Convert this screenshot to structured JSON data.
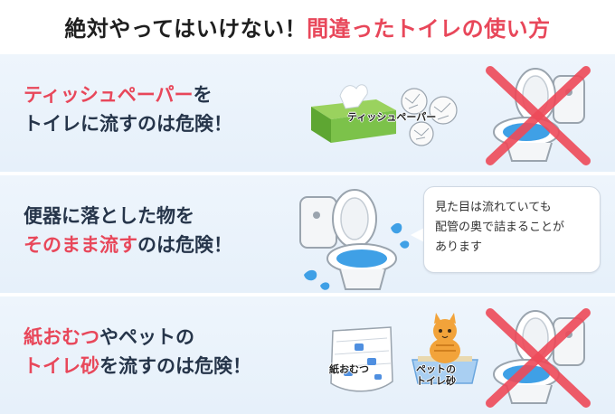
{
  "title": {
    "part1": "絶対やってはいけない！",
    "part2": "間違ったトイレの使い方"
  },
  "sections": [
    {
      "line1": [
        {
          "text": "ティッシュペーパー",
          "style": "red"
        },
        {
          "text": "を",
          "style": "dark"
        }
      ],
      "line2": [
        {
          "text": "トイレに流すのは危険！",
          "style": "dark"
        }
      ],
      "caption": "ティッシュペーパー"
    },
    {
      "line1": [
        {
          "text": "便器に落とした物を",
          "style": "dark"
        }
      ],
      "line2": [
        {
          "text": "そのまま流す",
          "style": "red"
        },
        {
          "text": "のは危険！",
          "style": "dark"
        }
      ],
      "bubble": [
        "見た目は流れていても",
        "配管の奥で詰まることが",
        "あります"
      ]
    },
    {
      "line1": [
        {
          "text": "紙おむつ",
          "style": "red"
        },
        {
          "text": "やペットの",
          "style": "dark"
        }
      ],
      "line2": [
        {
          "text": "トイレ砂",
          "style": "red"
        },
        {
          "text": "を流すのは危険！",
          "style": "dark"
        }
      ],
      "caption_diaper": "紙おむつ",
      "caption_pet_line1": "ペットの",
      "caption_pet_line2": "トイレ砂"
    }
  ],
  "colors": {
    "accent_red": "#e8475a",
    "heading_dark": "#26354a",
    "panel_bg": "#e6f0fa",
    "toilet_water": "#3fa0e6",
    "tissue_box": "#7cc24a",
    "cross": "#ee4a59"
  },
  "icons": [
    "tissue-box-icon",
    "tissue-ball-icon",
    "toilet-icon",
    "cross-mark-icon",
    "water-splash-icon",
    "diaper-icon",
    "cat-icon",
    "litter-tray-icon"
  ]
}
